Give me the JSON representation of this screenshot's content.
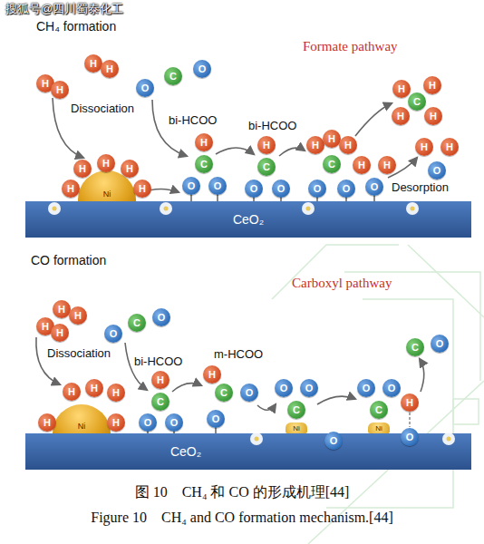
{
  "diagram": {
    "caption": "图 10　CH₄ 和 CO 的形成机理[44]",
    "nodes": [
      {
        "text": [
          "Ni"
        ]
      },
      {
        "text": [
          "CeO₂"
        ]
      },
      {
        "text": [
          "Ni"
        ]
      },
      {
        "text": [
          "Ni"
        ]
      },
      {
        "text": [
          "Ni"
        ]
      },
      {
        "text": [
          "CeO₂"
        ]
      },
      {
        "text": [
          "H"
        ]
      },
      {
        "text": [
          "H"
        ]
      },
      {
        "text": [
          "H"
        ]
      },
      {
        "text": [
          "H"
        ]
      },
      {
        "text": [
          "O"
        ]
      },
      {
        "text": [
          "C"
        ]
      },
      {
        "text": [
          "O"
        ]
      },
      {
        "text": [
          "H"
        ]
      },
      {
        "text": [
          "H"
        ]
      },
      {
        "text": [
          "H"
        ]
      },
      {
        "text": [
          "H"
        ]
      },
      {
        "text": [
          "H"
        ]
      },
      {
        "text": [
          "H"
        ]
      },
      {
        "text": [
          "C"
        ]
      },
      {
        "text": [
          "O"
        ]
      },
      {
        "text": [
          "O"
        ]
      },
      {
        "text": [
          "H"
        ]
      },
      {
        "text": [
          "C"
        ]
      },
      {
        "text": [
          "O"
        ]
      },
      {
        "text": [
          "O"
        ]
      },
      {
        "text": [
          "H"
        ]
      },
      {
        "text": [
          "H"
        ]
      },
      {
        "text": [
          "H"
        ]
      },
      {
        "text": [
          "C"
        ]
      },
      {
        "text": [
          "O"
        ]
      },
      {
        "text": [
          "O"
        ]
      },
      {
        "text": [
          "H"
        ]
      },
      {
        "text": [
          "H"
        ]
      },
      {
        "text": [
          "C"
        ]
      },
      {
        "text": [
          "H"
        ]
      },
      {
        "text": [
          "H"
        ]
      },
      {
        "text": [
          "H"
        ]
      },
      {
        "text": [
          "H"
        ]
      },
      {
        "text": [
          "O"
        ]
      },
      {
        "text": [
          "H"
        ]
      },
      {
        "text": [
          "H"
        ]
      },
      {
        "text": [
          "O"
        ]
      },
      {
        "text": [
          "H"
        ]
      },
      {
        "text": [
          "H"
        ]
      },
      {
        "text": [
          "H"
        ]
      },
      {
        "text": [
          "H"
        ]
      },
      {
        "text": [
          "O"
        ]
      },
      {
        "text": [
          "C"
        ]
      },
      {
        "text": [
          "O"
        ]
      },
      {
        "text": [
          "H"
        ]
      },
      {
        "text": [
          "H"
        ]
      },
      {
        "text": [
          "H"
        ]
      },
      {
        "text": [
          "H"
        ]
      },
      {
        "text": [
          "H"
        ]
      },
      {
        "text": [
          "H"
        ]
      },
      {
        "text": [
          "C"
        ]
      },
      {
        "text": [
          "O"
        ]
      },
      {
        "text": [
          "O"
        ]
      },
      {
        "text": [
          "H"
        ]
      },
      {
        "text": [
          "C"
        ]
      },
      {
        "text": [
          "O"
        ]
      },
      {
        "text": [
          "O"
        ]
      },
      {
        "text": [
          "O"
        ]
      },
      {
        "text": [
          "O"
        ]
      },
      {
        "text": [
          "C"
        ]
      },
      {
        "text": [
          "O"
        ]
      },
      {
        "text": [
          "O"
        ]
      },
      {
        "text": [
          "O"
        ]
      },
      {
        "text": [
          "C"
        ]
      },
      {
        "text": [
          "H"
        ]
      },
      {
        "text": [
          "O"
        ]
      },
      {
        "text": [
          "C"
        ]
      },
      {
        "text": [
          "O"
        ]
      }
    ],
    "labels": [
      "搜狐号@四川蜀泰化工",
      "CH₄ formation",
      "Formate pathway",
      "Dissociation",
      "bi-HCOO",
      "bi-HCOO",
      "Desorption",
      "CO formation",
      "Carboxyl pathway",
      "Dissociation",
      "bi-HCOO",
      "m-HCOO",
      "Figure 10　CH₄ and CO formation mechanism.[44]"
    ]
  }
}
